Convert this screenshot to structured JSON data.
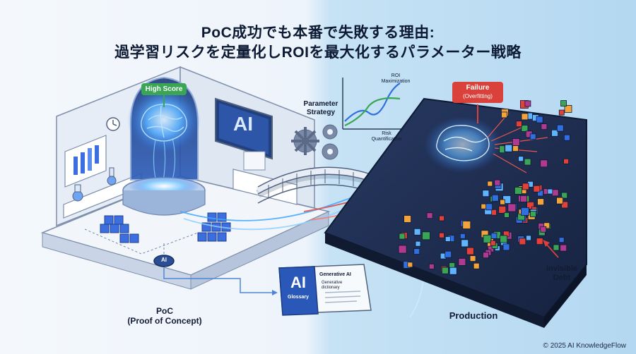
{
  "title": {
    "line1": "PoC成功でも本番で失敗する理由:",
    "line2": "過学習リスクを定量化しROIを最大化するパラメーター戦略"
  },
  "poc": {
    "high_score": "High Score",
    "ai_sign": "AI",
    "ai_disc": "AI",
    "label_line1": "PoC",
    "label_line2": "(Proof of Concept)"
  },
  "strategy": {
    "label_line1": "Parameter",
    "label_line2": "Strategy",
    "roi_line1": "ROI",
    "roi_line2": "Maximization",
    "risk_line1": "Risk",
    "risk_line2": "Quantification"
  },
  "glossary": {
    "ai": "AI",
    "word": "Glossary",
    "heading": "Generative AI",
    "desc_line1": "Generative",
    "desc_line2": "dictionary"
  },
  "production": {
    "failure": "Failure",
    "overfitting": "(Overfitting)",
    "debt_line1": "Invisible",
    "debt_line2": "Debt",
    "label": "Production"
  },
  "footer": "© 2025 AI KnowledgeFlow",
  "colors": {
    "accent_blue": "#2f6fe0",
    "success_green": "#3aa655",
    "failure_red": "#d9413a",
    "dark_platform": "#1f2d4d"
  }
}
